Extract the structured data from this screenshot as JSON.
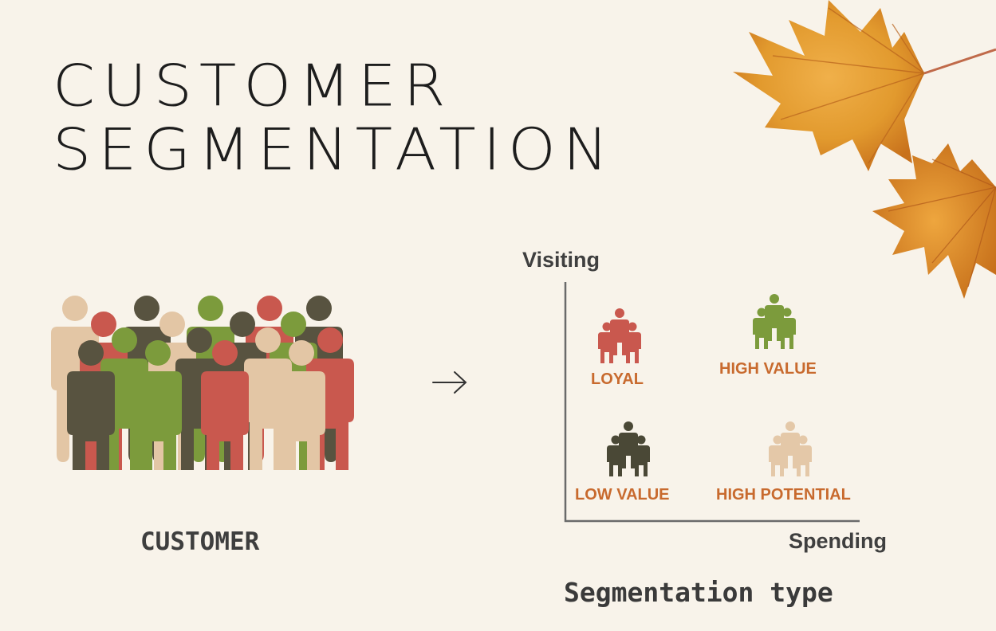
{
  "title": {
    "line1": "CUSTOMER",
    "line2": "SEGMENTATION"
  },
  "crowd": {
    "label": "CUSTOMER"
  },
  "axes": {
    "y_label": "Visiting",
    "x_label": "Spending"
  },
  "segments": [
    {
      "label": "LOYAL",
      "color": "#c9584e"
    },
    {
      "label": "HIGH VALUE",
      "color": "#7c9b3c"
    },
    {
      "label": "LOW VALUE",
      "color": "#4a4836"
    },
    {
      "label": "HIGH POTENTIAL",
      "color": "#e4c8a8"
    }
  ],
  "footer": "Segmentation type",
  "colors": {
    "background": "#f8f3ea",
    "label_orange": "#c86a2e",
    "red": "#c9584e",
    "green": "#7c9b3c",
    "dark": "#585340",
    "tan": "#e4c8a8"
  }
}
